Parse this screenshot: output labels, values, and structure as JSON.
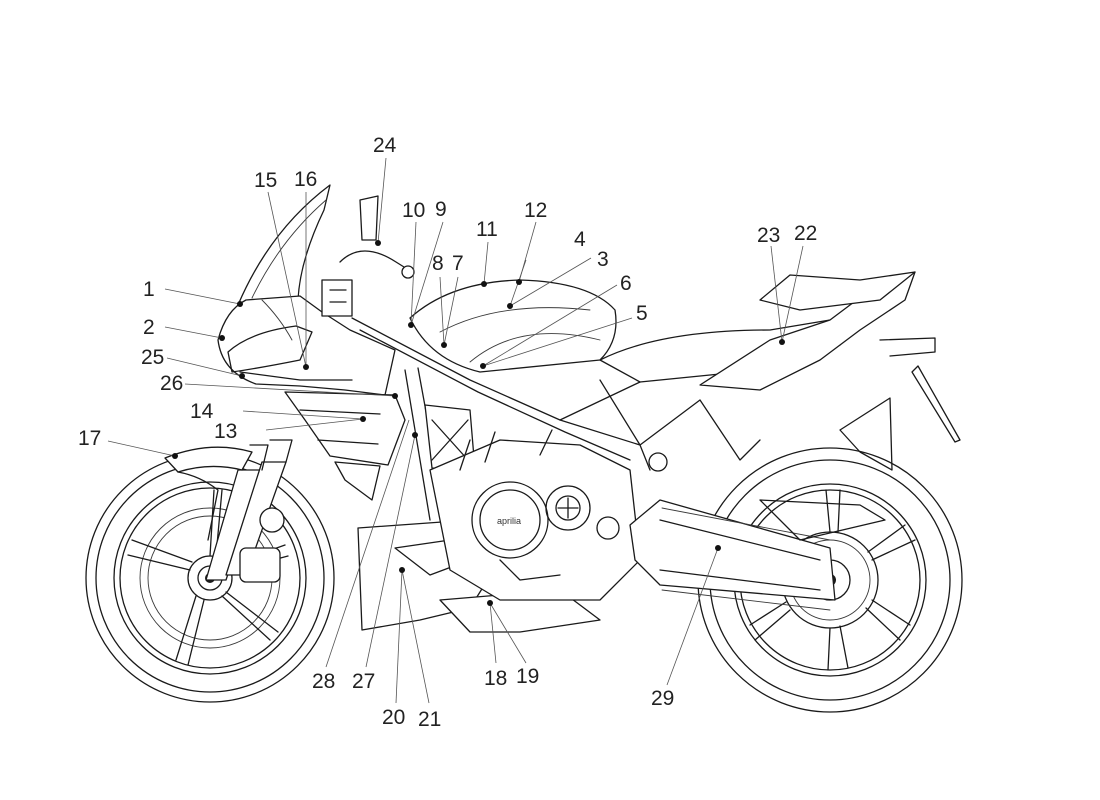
{
  "callouts": [
    {
      "id": "1",
      "label": "1"
    },
    {
      "id": "2",
      "label": "2"
    },
    {
      "id": "3",
      "label": "3"
    },
    {
      "id": "4",
      "label": "4"
    },
    {
      "id": "5",
      "label": "5"
    },
    {
      "id": "6",
      "label": "6"
    },
    {
      "id": "7",
      "label": "7"
    },
    {
      "id": "8",
      "label": "8"
    },
    {
      "id": "9",
      "label": "9"
    },
    {
      "id": "10",
      "label": "10"
    },
    {
      "id": "11",
      "label": "11"
    },
    {
      "id": "12",
      "label": "12"
    },
    {
      "id": "13",
      "label": "13"
    },
    {
      "id": "14",
      "label": "14"
    },
    {
      "id": "15",
      "label": "15"
    },
    {
      "id": "16",
      "label": "16"
    },
    {
      "id": "17",
      "label": "17"
    },
    {
      "id": "18",
      "label": "18"
    },
    {
      "id": "19",
      "label": "19"
    },
    {
      "id": "20",
      "label": "20"
    },
    {
      "id": "21",
      "label": "21"
    },
    {
      "id": "22",
      "label": "22"
    },
    {
      "id": "23",
      "label": "23"
    },
    {
      "id": "24",
      "label": "24"
    },
    {
      "id": "25",
      "label": "25"
    },
    {
      "id": "26",
      "label": "26"
    },
    {
      "id": "27",
      "label": "27"
    },
    {
      "id": "28",
      "label": "28"
    },
    {
      "id": "29",
      "label": "29"
    }
  ],
  "engine_badge": {
    "text": "aprilia"
  }
}
